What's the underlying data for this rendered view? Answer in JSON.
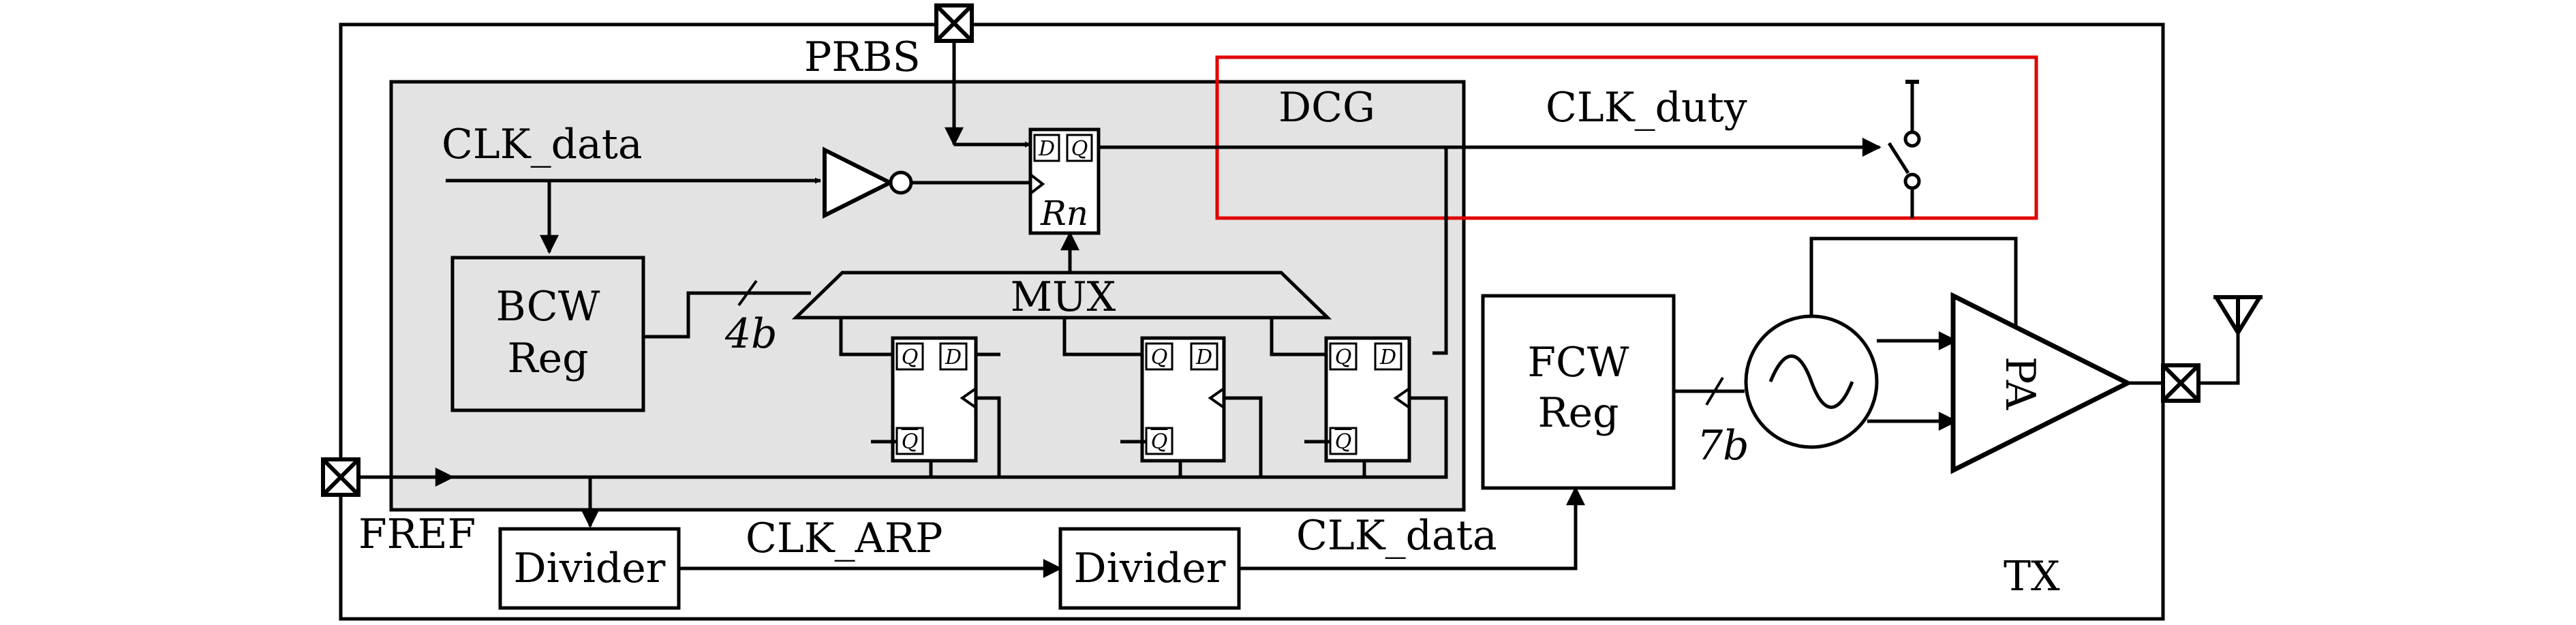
{
  "labels": {
    "prbs": "PRBS",
    "dcg": "DCG",
    "clk_duty": "CLK_duty",
    "clk_data_top": "CLK_data",
    "bcw_line1": "BCW",
    "bcw_line2": "Reg",
    "mux": "MUX",
    "bus_4b": "4b",
    "rn": "Rn",
    "ff_d": "D",
    "ff_q": "Q",
    "fcw_line1": "FCW",
    "fcw_line2": "Reg",
    "bus_7b": "7b",
    "pa": "PA",
    "fref": "FREF",
    "divider1": "Divider",
    "clk_arp": "CLK_ARP",
    "divider2": "Divider",
    "clk_data_bottom": "CLK_data",
    "tx": "TX"
  },
  "colors": {
    "stroke": "#000000",
    "shaded_block": "#e3e3e3",
    "dcg_outline": "#e00000",
    "background": "#ffffff"
  },
  "icons": {
    "pad": "crossed-box-pad-icon",
    "antenna": "antenna-icon",
    "inverter": "inverter-icon",
    "switch": "switch-icon",
    "oscillator": "sine-oscillator-icon",
    "amplifier": "triangle-amplifier-icon"
  }
}
